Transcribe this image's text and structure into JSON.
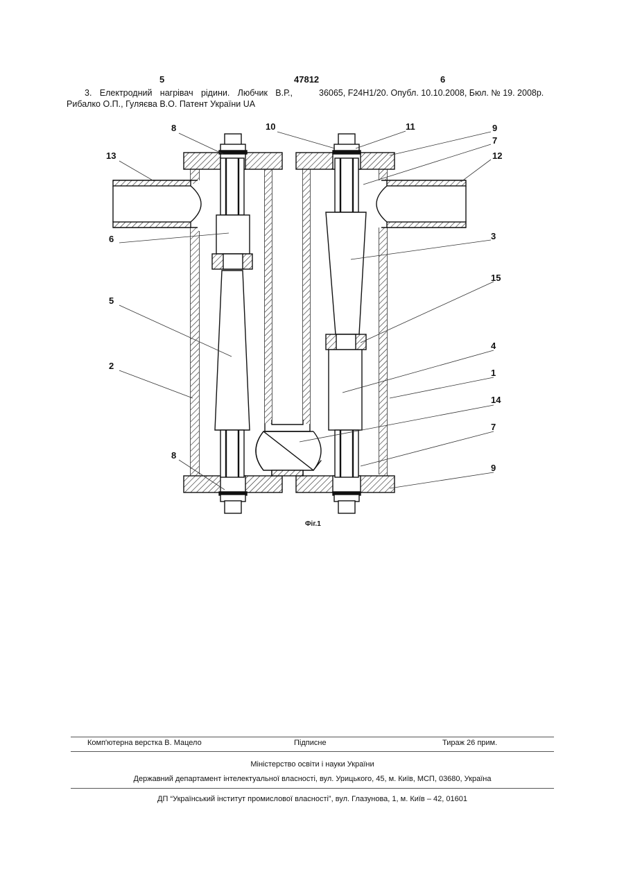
{
  "header": {
    "page_left": "5",
    "patent_number": "47812",
    "page_right": "6"
  },
  "references": {
    "left_col": "3. Електродний нагрівач рідини. Любчик В.Р., Рибалко О.П., Гуляєва В.О. Патент України UA",
    "right_col": "36065, F24H1/20. Опубл. 10.10.2008, Бюл. № 19. 2008р."
  },
  "figure": {
    "caption": "Фіг.1",
    "labels": {
      "l8a": "8",
      "l10": "10",
      "l11": "11",
      "l9a": "9",
      "l7a": "7",
      "l13": "13",
      "l12": "12",
      "l6": "6",
      "l3": "3",
      "l15": "15",
      "l5": "5",
      "l4": "4",
      "l2": "2",
      "l1": "1",
      "l14": "14",
      "l7b": "7",
      "l8b": "8",
      "l9b": "9"
    }
  },
  "footer": {
    "layout": "Комп'ютерна верстка В. Мацело",
    "signed": "Підписне",
    "circulation": "Тираж 26 прим.",
    "ministry": "Міністерство освіти і науки України",
    "department": "Державний департамент інтелектуальної власності, вул. Урицького, 45, м. Київ, МСП, 03680, Україна",
    "institute": "ДП “Український інститут промислової власності”, вул. Глазунова, 1, м. Київ – 42, 01601"
  }
}
